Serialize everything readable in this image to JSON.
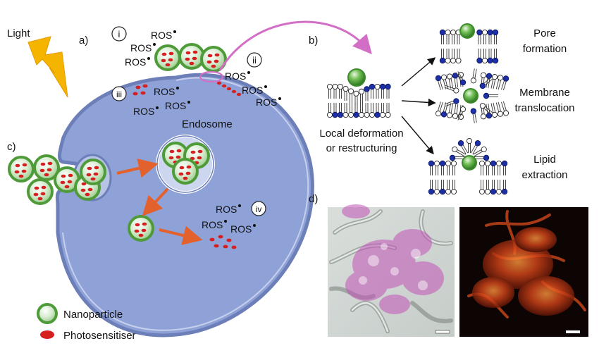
{
  "panels": {
    "a": "a)",
    "b": "b)",
    "c": "c)",
    "d": "d)"
  },
  "light_label": "Light",
  "steps": {
    "i": "i",
    "ii": "ii",
    "iii": "iii",
    "iv": "iv"
  },
  "ros_label": "ROS",
  "endosome_label": "Endosome",
  "panel_b": {
    "deformation_line1": "Local deformation",
    "deformation_line2": "or restructuring",
    "pore_line1": "Pore",
    "pore_line2": "formation",
    "translocation_line1": "Membrane",
    "translocation_line2": "translocation",
    "extraction_line1": "Lipid",
    "extraction_line2": "extraction"
  },
  "legend": {
    "nanoparticle": "Nanoparticle",
    "photosensitiser": "Photosensitiser"
  },
  "colors": {
    "cell_fill": "#8fa2d8",
    "cell_edge": "#6d7fb8",
    "nanoparticle_ring": "#4f9b3a",
    "photosensitiser": "#d61f1f",
    "arrow_orange": "#e2612d",
    "arrow_pink": "#d36ec6",
    "lipid_head_white": "#ffffff",
    "lipid_head_blue": "#1d2fa6",
    "light_bolt": "#f4b400"
  }
}
